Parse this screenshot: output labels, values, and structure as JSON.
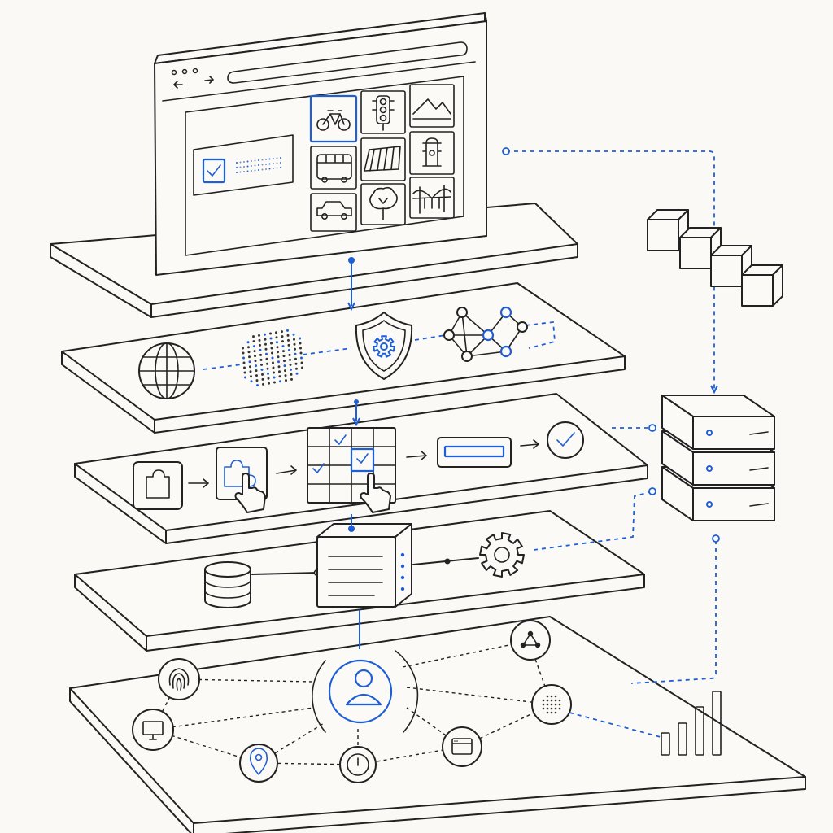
{
  "colors": {
    "accent": "#1f5fd6",
    "ink": "#222222",
    "background": "#faf9f5"
  },
  "layers": [
    {
      "id": "browser-layer",
      "icons": [
        "browser-window-icon",
        "checkbox-icon",
        "bicycle-icon",
        "traffic-light-icon",
        "mountains-icon",
        "bus-icon",
        "crosswalk-icon",
        "fire-hydrant-icon",
        "car-icon",
        "tree-icon",
        "bridge-icon"
      ]
    },
    {
      "id": "network-layer",
      "icons": [
        "globe-icon",
        "dot-cloud-icon",
        "shield-gear-icon",
        "node-graph-icon"
      ]
    },
    {
      "id": "challenge-layer",
      "icons": [
        "puzzle-icon",
        "puzzle-select-icon",
        "image-grid-icon",
        "input-bar-icon",
        "check-circle-icon"
      ]
    },
    {
      "id": "processing-layer",
      "icons": [
        "database-icon",
        "server-box-icon",
        "gear-icon"
      ]
    },
    {
      "id": "identity-layer",
      "icons": [
        "fingerprint-icon",
        "monitor-icon",
        "location-pin-icon",
        "clock-icon",
        "browser-icon",
        "user-icon",
        "share-nodes-icon",
        "dots-icon",
        "bar-chart-icon"
      ]
    }
  ],
  "side": {
    "icons": [
      "cube-icon",
      "server-stack-icon"
    ]
  },
  "bar_chart_levels": [
    0.35,
    0.5,
    0.75,
    1.0
  ]
}
